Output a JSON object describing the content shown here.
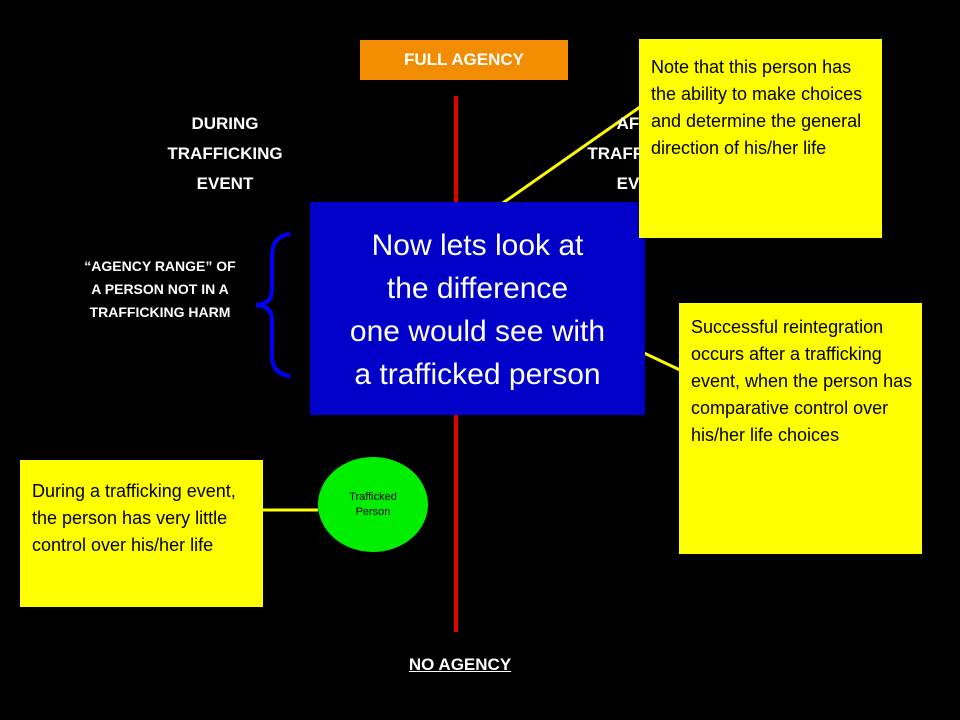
{
  "axis": {
    "top_label": "FULL AGENCY",
    "bottom_label": "NO AGENCY"
  },
  "left_header": [
    "DURING",
    "TRAFFICKING",
    "EVENT"
  ],
  "right_header": [
    "AFTER",
    "TRAFFICKING",
    "EVENT"
  ],
  "agency_range": [
    "“AGENCY RANGE” OF",
    "A PERSON NOT IN A",
    "TRAFFICKING HARM"
  ],
  "center_box": [
    "Now lets look at",
    "the difference",
    "one would see with",
    "a trafficked person"
  ],
  "notes": {
    "top": "Note that this person has the ability to make choices and determine the general direction of his/her life",
    "right": "Successful reintegration occurs after a trafficking event, when the person has comparative control over his/her life choices",
    "left": "During a trafficking event, the person has very little control over his/her life"
  },
  "person": [
    "Trafficked",
    "Person"
  ],
  "colors": {
    "background": "#000000",
    "axis_line": "#e00000",
    "full_agency_box": "#f28c00",
    "center_box": "#0000c8",
    "notes": "#ffff00",
    "connector": "#ffff00",
    "bracket": "#0000ff",
    "person_circle": "#00ee00"
  }
}
